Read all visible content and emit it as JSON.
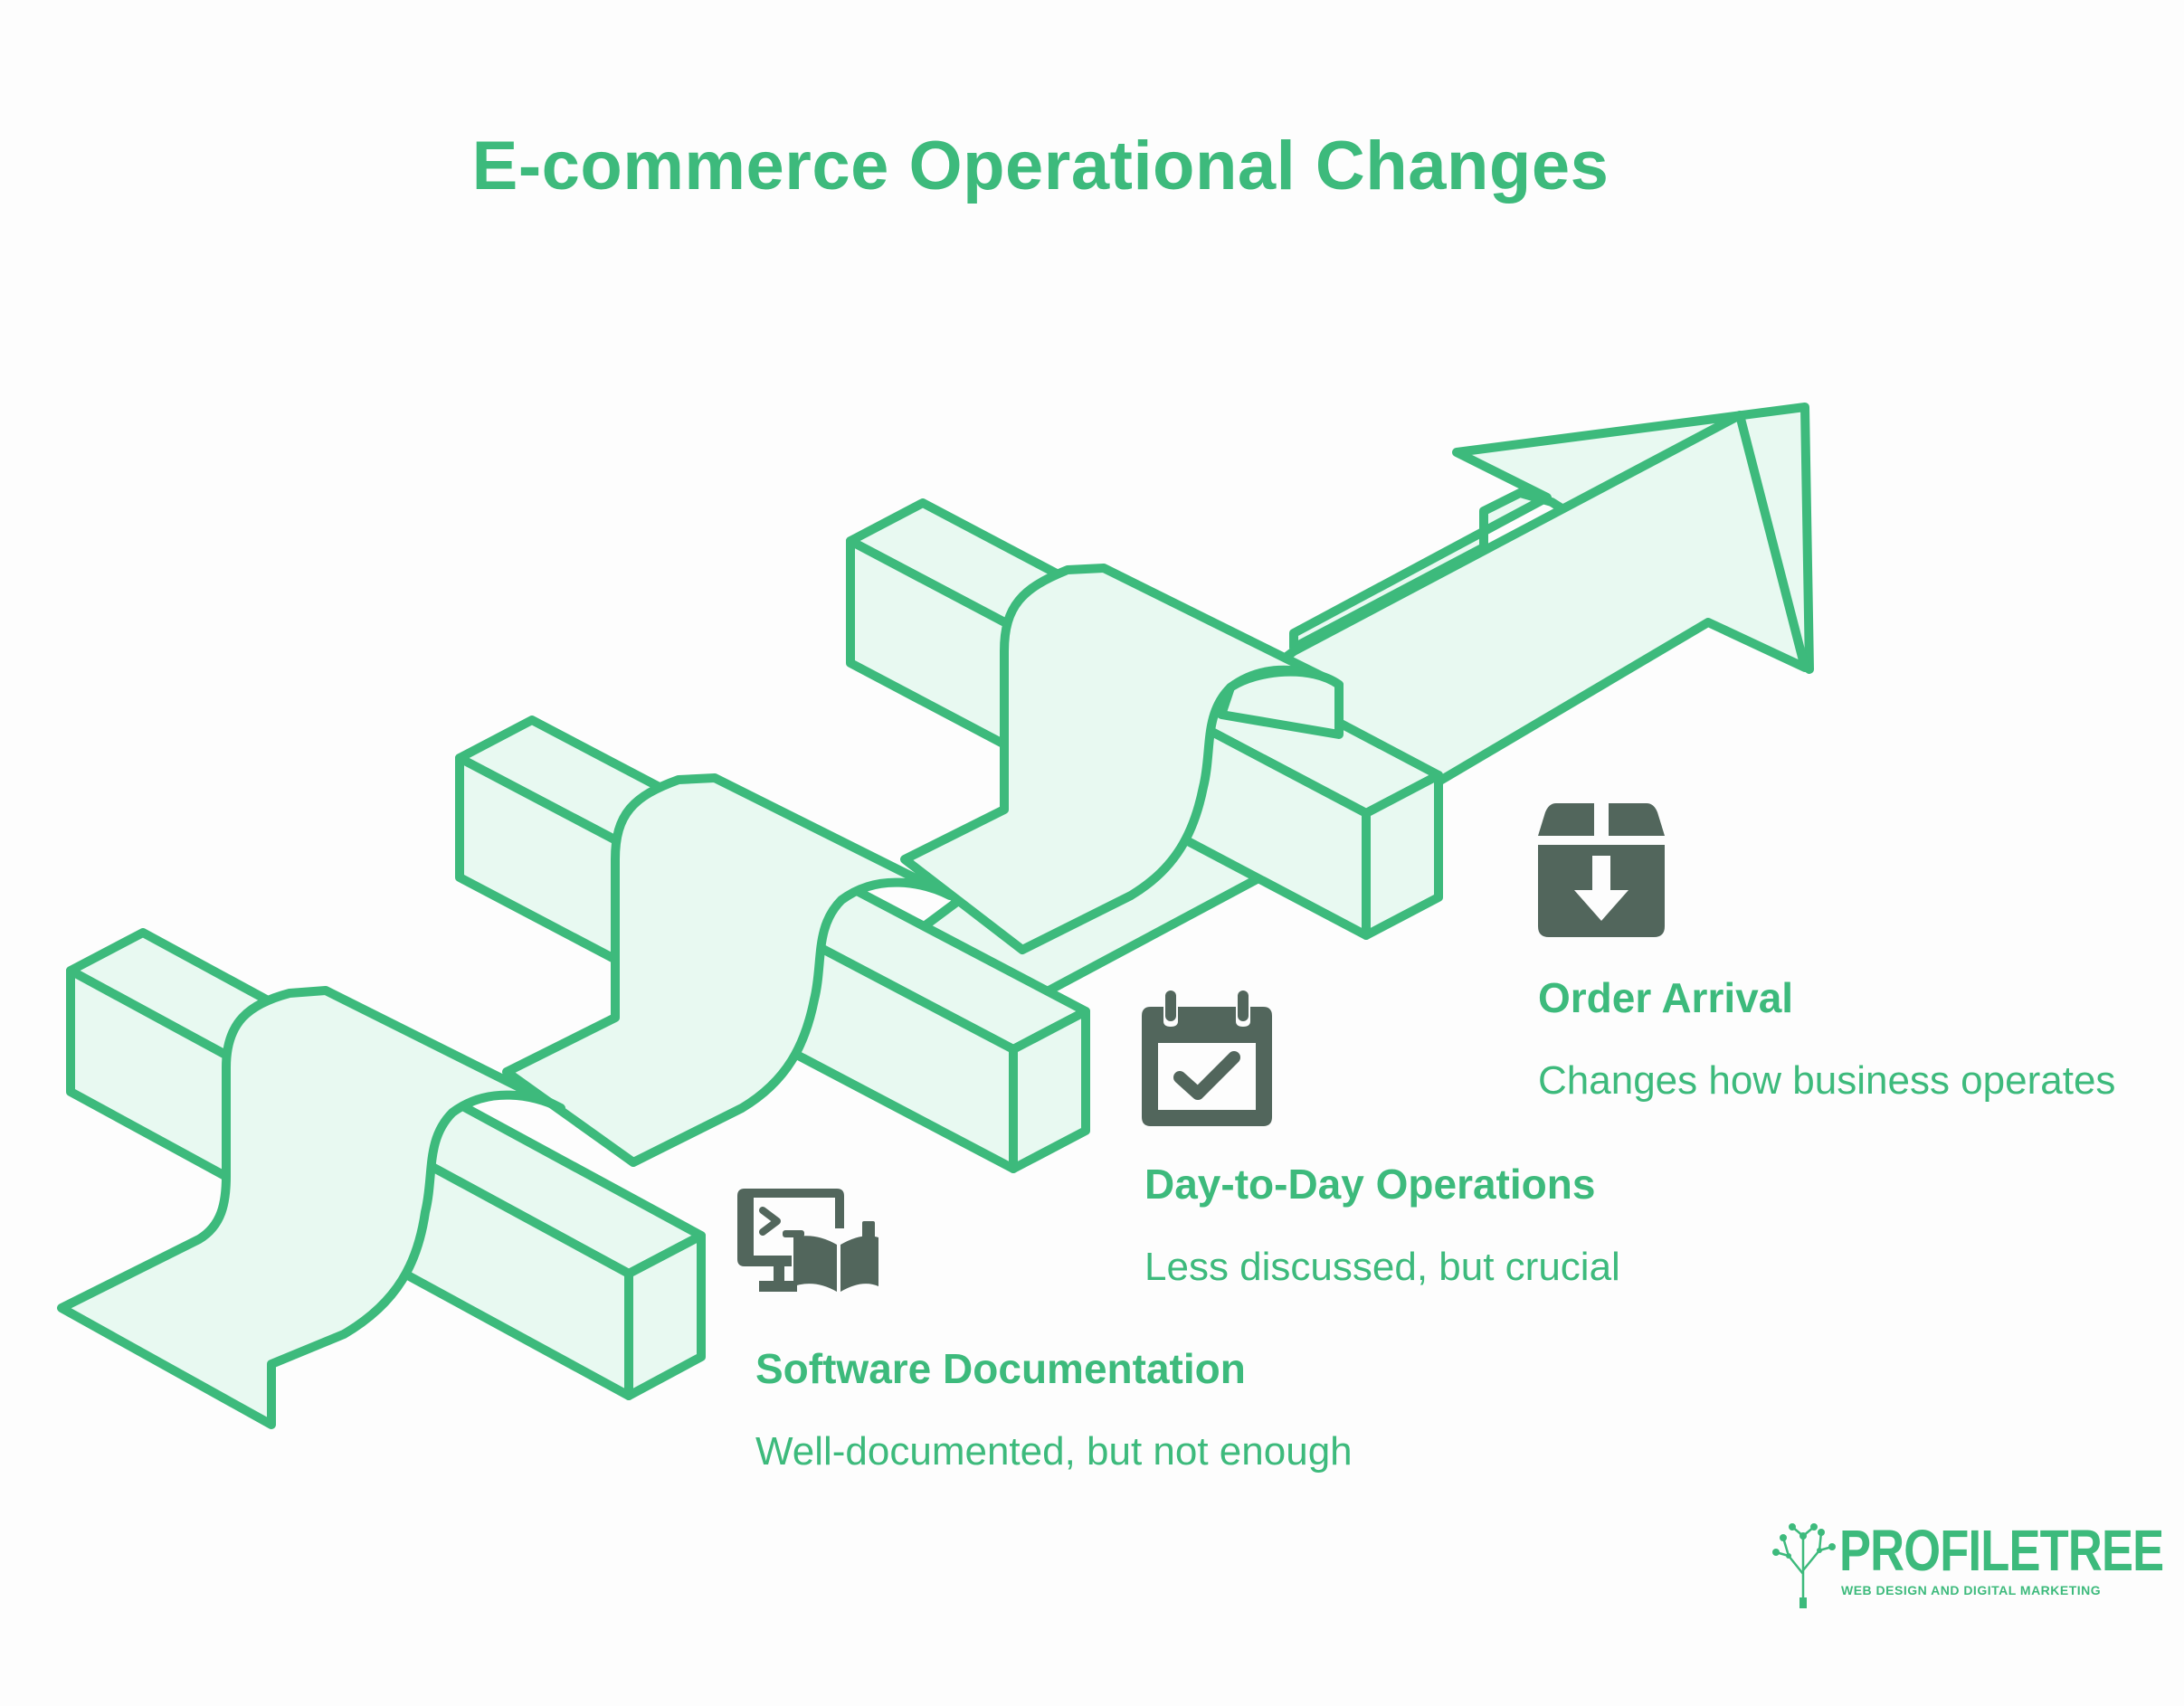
{
  "title": "E-commerce Operational Changes",
  "steps": [
    {
      "icon": "monitor-book-icon",
      "title": "Software Documentation",
      "description": "Well-documented, but not enough"
    },
    {
      "icon": "calendar-check-icon",
      "title": "Day-to-Day Operations",
      "description": "Less discussed, but crucial"
    },
    {
      "icon": "box-arrow-down-icon",
      "title": "Order Arrival",
      "description": "Changes how business operates"
    }
  ],
  "logo": {
    "wordmark": "PROFILETREE",
    "tagline": "WEB DESIGN AND DIGITAL MARKETING"
  },
  "colors": {
    "accent": "#3dba7c",
    "fill": "#e8f9f1",
    "icon": "#52665c",
    "background": "#fdfdfd"
  }
}
